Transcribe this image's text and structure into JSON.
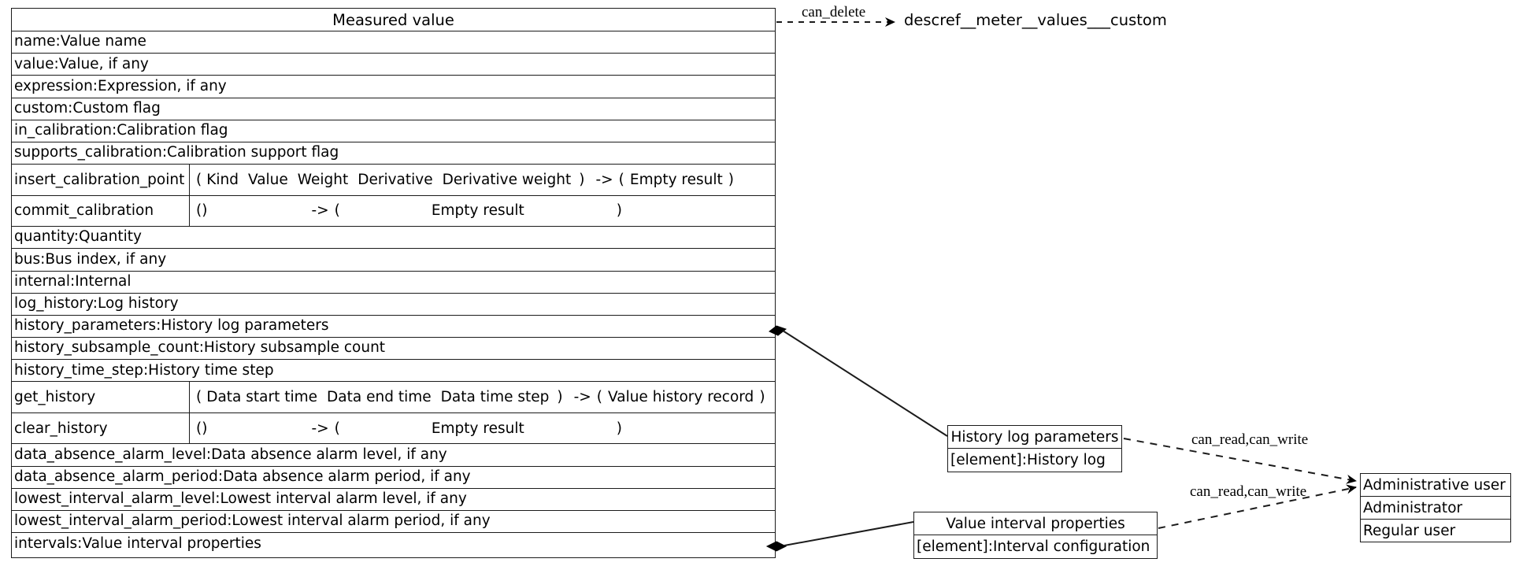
{
  "diagram": {
    "type": "uml-class-diagram",
    "background": "#ffffff",
    "line_color": "#1b1b1b"
  },
  "main_class": {
    "title": "Measured value",
    "attributes": [
      "name:Value name",
      "value:Value, if any",
      "expression:Expression, if any",
      "custom:Custom flag",
      "in_calibration:Calibration flag",
      "supports_calibration:Calibration support flag"
    ],
    "methods_block_1": [
      {
        "name": "insert_calibration_point",
        "open_paren": "(",
        "params": [
          "Kind",
          "Value",
          "Weight",
          "Derivative",
          "Derivative weight"
        ],
        "close_paren": ")",
        "arrow": "->",
        "ret_open": "(",
        "returns": [
          "Empty result"
        ],
        "ret_close": ")"
      },
      {
        "name": "commit_calibration",
        "open_paren": "(",
        "params": [],
        "close_paren": ")",
        "arrow": "->",
        "ret_open": "(",
        "returns": [
          "Empty result"
        ],
        "ret_close": ")"
      }
    ],
    "attributes_2": [
      "quantity:Quantity",
      "bus:Bus index, if any",
      "internal:Internal",
      "log_history:Log history",
      "history_parameters:History log parameters",
      "history_subsample_count:History subsample count",
      "history_time_step:History time step"
    ],
    "methods_block_2": [
      {
        "name": "get_history",
        "open_paren": "(",
        "params": [
          "Data start time",
          "Data end time",
          "Data time step"
        ],
        "close_paren": ")",
        "arrow": "->",
        "ret_open": "(",
        "returns": [
          "Value history record"
        ],
        "ret_close": ")"
      },
      {
        "name": "clear_history",
        "open_paren": "(",
        "params": [],
        "close_paren": ")",
        "arrow": "->",
        "ret_open": "(",
        "returns": [
          "Empty result"
        ],
        "ret_close": ")"
      }
    ],
    "attributes_3": [
      "data_absence_alarm_level:Data absence alarm level, if any",
      "data_absence_alarm_period:Data absence alarm period, if any",
      "lowest_interval_alarm_level:Lowest interval alarm level, if any",
      "lowest_interval_alarm_period:Lowest interval alarm period, if any",
      "intervals:Value interval properties"
    ]
  },
  "nodes": {
    "descref": {
      "label": "descref__meter__values___custom"
    },
    "history_log_parameters": {
      "title": "History log parameters",
      "rows": [
        "[element]:History log"
      ]
    },
    "value_interval_properties": {
      "title": "Value interval properties",
      "rows": [
        "[element]:Interval configuration"
      ]
    },
    "administrative_user": {
      "title": "Administrative user",
      "rows": [
        "Administrator",
        "Regular user"
      ]
    }
  },
  "edges": [
    {
      "id": "can-delete",
      "label": "can_delete",
      "style": "dashed",
      "arrow": "open-arrow",
      "from": "main-class",
      "to": "descref"
    },
    {
      "id": "history-composition",
      "label": "",
      "style": "solid",
      "arrow": "filled-diamond",
      "from": "main-class",
      "to": "history_log_parameters"
    },
    {
      "id": "intervals-composition",
      "label": "",
      "style": "solid",
      "arrow": "filled-diamond",
      "from": "main-class",
      "to": "value_interval_properties"
    },
    {
      "id": "history-perms",
      "label": "can_read,can_write",
      "style": "dashed",
      "arrow": "open-arrow",
      "from": "history_log_parameters",
      "to": "administrative_user"
    },
    {
      "id": "interval-perms",
      "label": "can_read,can_write",
      "style": "dashed",
      "arrow": "open-arrow",
      "from": "value_interval_properties",
      "to": "administrative_user"
    }
  ]
}
